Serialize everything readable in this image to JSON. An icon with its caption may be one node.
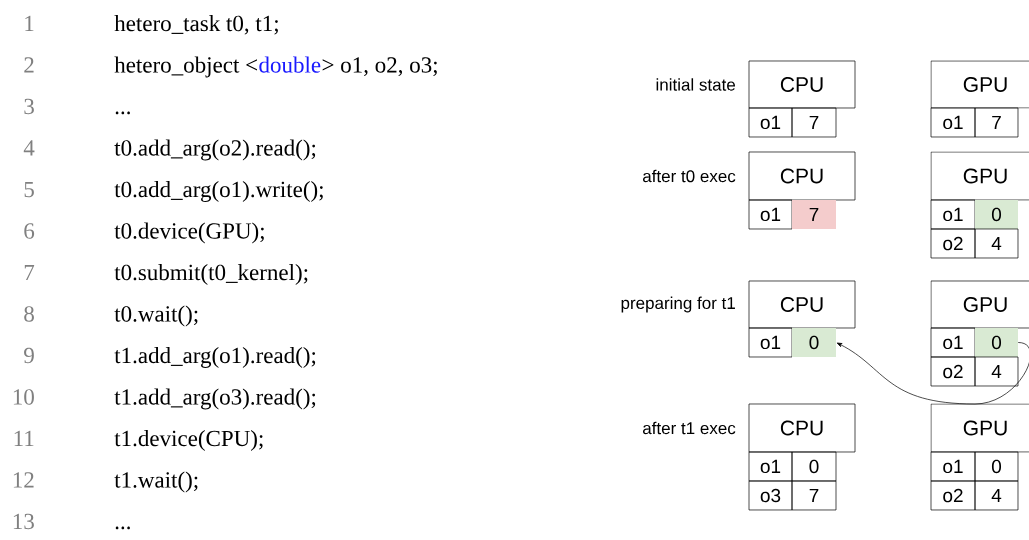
{
  "diagram": {
    "nodes": [
      {
        "text": [
          "CPU"
        ],
        "beside": [
          "initial state"
        ]
      },
      {
        "text": [
          "o1"
        ]
      },
      {
        "text": [
          "7"
        ]
      },
      {
        "text": [
          "GPU"
        ]
      },
      {
        "text": [
          "o1"
        ]
      },
      {
        "text": [
          "7"
        ]
      },
      {
        "text": [
          "CPU"
        ],
        "beside": [
          "after t0 exec"
        ]
      },
      {
        "text": [
          "o1"
        ]
      },
      {
        "text": [
          "7"
        ]
      },
      {
        "text": [
          "GPU"
        ]
      },
      {
        "text": [
          "o1"
        ]
      },
      {
        "text": [
          "0"
        ]
      },
      {
        "text": [
          "o2"
        ]
      },
      {
        "text": [
          "4"
        ]
      },
      {
        "text": [
          "CPU"
        ],
        "beside": [
          "preparing for t1"
        ]
      },
      {
        "text": [
          "o1"
        ]
      },
      {
        "text": [
          "0"
        ]
      },
      {
        "text": [
          "GPU"
        ]
      },
      {
        "text": [
          "o1"
        ]
      },
      {
        "text": [
          "0"
        ]
      },
      {
        "text": [
          "o2"
        ]
      },
      {
        "text": [
          "4"
        ]
      },
      {
        "text": [
          "CPU"
        ],
        "beside": [
          "after t1 exec"
        ]
      },
      {
        "text": [
          "o1"
        ]
      },
      {
        "text": [
          "0"
        ]
      },
      {
        "text": [
          "o3"
        ]
      },
      {
        "text": [
          "7"
        ]
      },
      {
        "text": [
          "GPU"
        ]
      },
      {
        "text": [
          "o1"
        ]
      },
      {
        "text": [
          "0"
        ]
      },
      {
        "text": [
          "o2"
        ]
      },
      {
        "text": [
          "4"
        ]
      }
    ],
    "edges": [
      {
        "from": 19,
        "to": 16,
        "arrow": "to"
      }
    ],
    "labels": [
      "1",
      "hetero_task t0, t1;",
      "2",
      "hetero_object <",
      "double",
      "> o1, o2, o3;",
      "3",
      "...",
      "4",
      "t0.add_arg(o2).read();",
      "5",
      "t0.add_arg(o1).write();",
      "6",
      "t0.device(GPU);",
      "7",
      "t0.submit(t0_kernel);",
      "8",
      "t0.wait();",
      "9",
      "t1.add_arg(o1).read();",
      "10",
      "t1.add_arg(o3).read();",
      "11",
      "t1.device(CPU);",
      "12",
      "t1.wait();",
      "13",
      "..."
    ]
  }
}
